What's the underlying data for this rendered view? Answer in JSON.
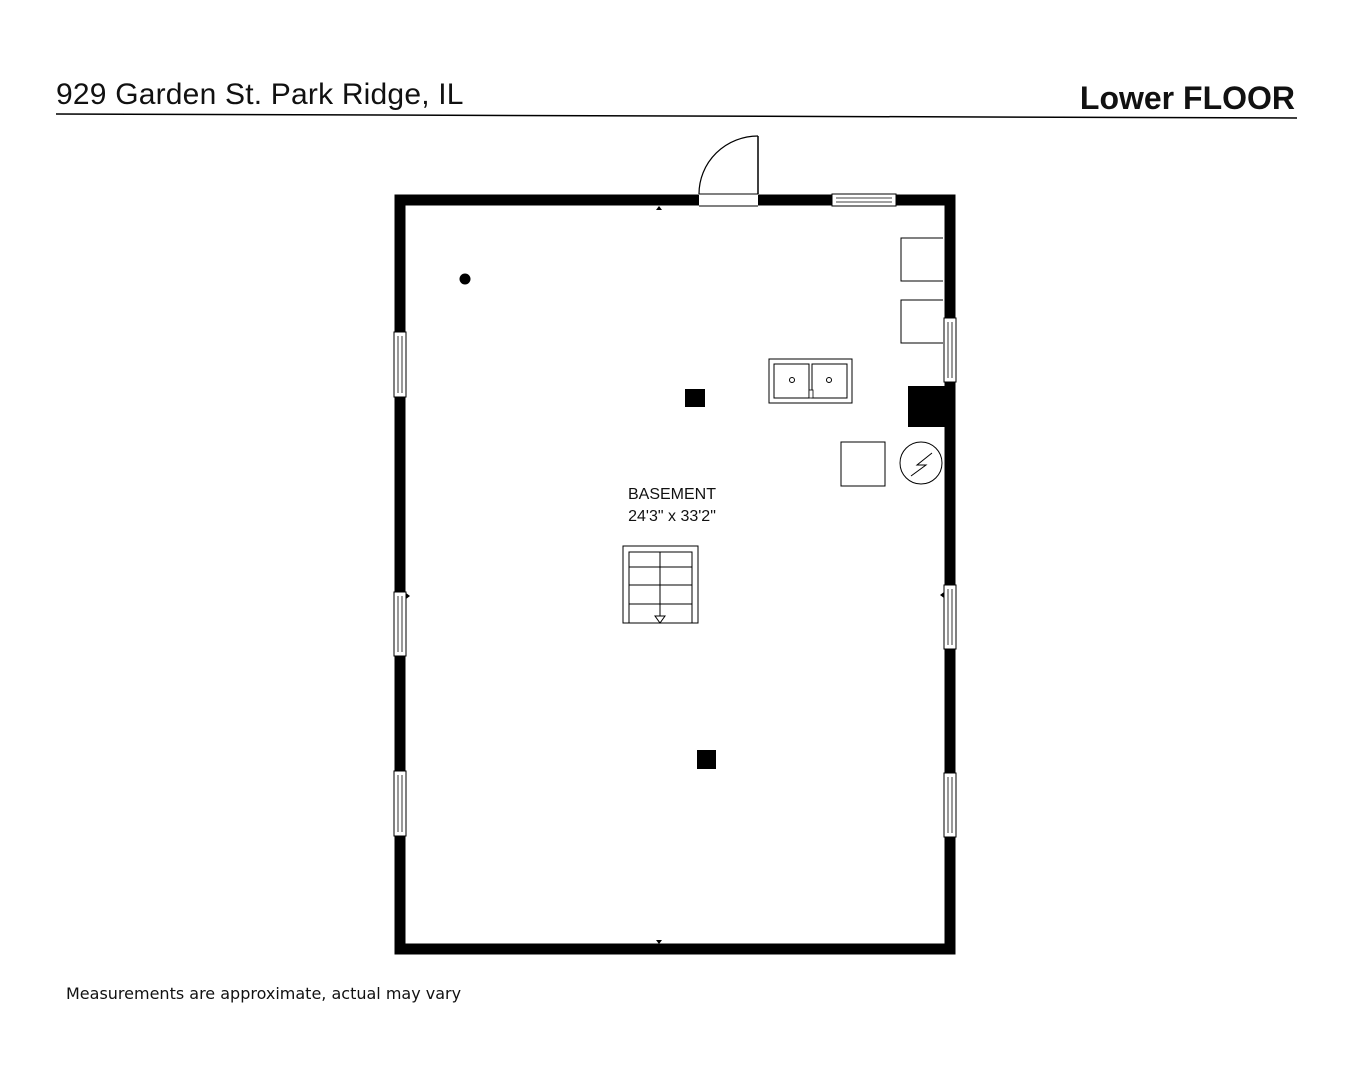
{
  "header": {
    "address": "929 Garden St. Park Ridge, IL",
    "floor_title": "Lower FLOOR"
  },
  "room": {
    "name": "BASEMENT",
    "dimensions": "24'3\" x 33'2\""
  },
  "footer": {
    "disclaimer": "Measurements are approximate, actual may vary"
  },
  "icons": [
    "door-icon",
    "window-icon",
    "sink-icon",
    "water-heater-icon",
    "stairs-icon",
    "column-icon"
  ],
  "colors": {
    "wall": "#000000",
    "background": "#ffffff"
  }
}
